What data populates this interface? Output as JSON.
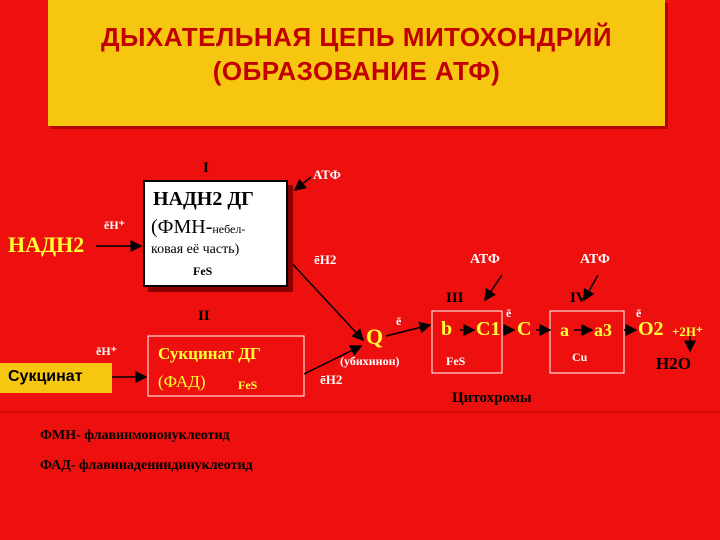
{
  "title": {
    "line1": "ДЫХАТЕЛЬНАЯ ЦЕПЬ МИТОХОНДРИЙ",
    "line2": "(ОБРАЗОВАНИЕ АТФ)"
  },
  "complex1": {
    "roman": "I",
    "name": "НАДН2 ДГ",
    "fmn": "(ФМН-",
    "fmn_small": "небел-",
    "fmn_line2": "ковая её часть)",
    "fes": "FeS"
  },
  "nadh2": "НАДН2",
  "e_h_top": "ēН⁺",
  "e_h_mid": "ēН⁺",
  "atf1": "АТФ",
  "atf2": "АТФ",
  "atf3": "АТФ",
  "eh2_top": "ēН2",
  "eh2_bottom": "ēН2",
  "complex2": {
    "roman": "II",
    "name": "Сукцинат ДГ",
    "fad": "(ФАД)",
    "fes": "FeS"
  },
  "succinate": "Сукцинат",
  "q": "Q",
  "q_caption": "(убихинон)",
  "e1": "ē",
  "e2": "ē",
  "e3": "ē",
  "complex3": {
    "roman": "III",
    "b": "b",
    "c1": "C1",
    "fes": "FeS"
  },
  "c": "C",
  "complex4": {
    "roman": "IV",
    "a": "a",
    "a3": "a3",
    "cu": "Cu"
  },
  "o2": "O2",
  "plus_2h": "+2H⁺",
  "h2o": "H2O",
  "cytochromes": "Цитохромы",
  "legend": {
    "fmn": "ФМН- флавинмононуклеотид",
    "fad": "ФАД- флавинадениндинуклеотид"
  }
}
